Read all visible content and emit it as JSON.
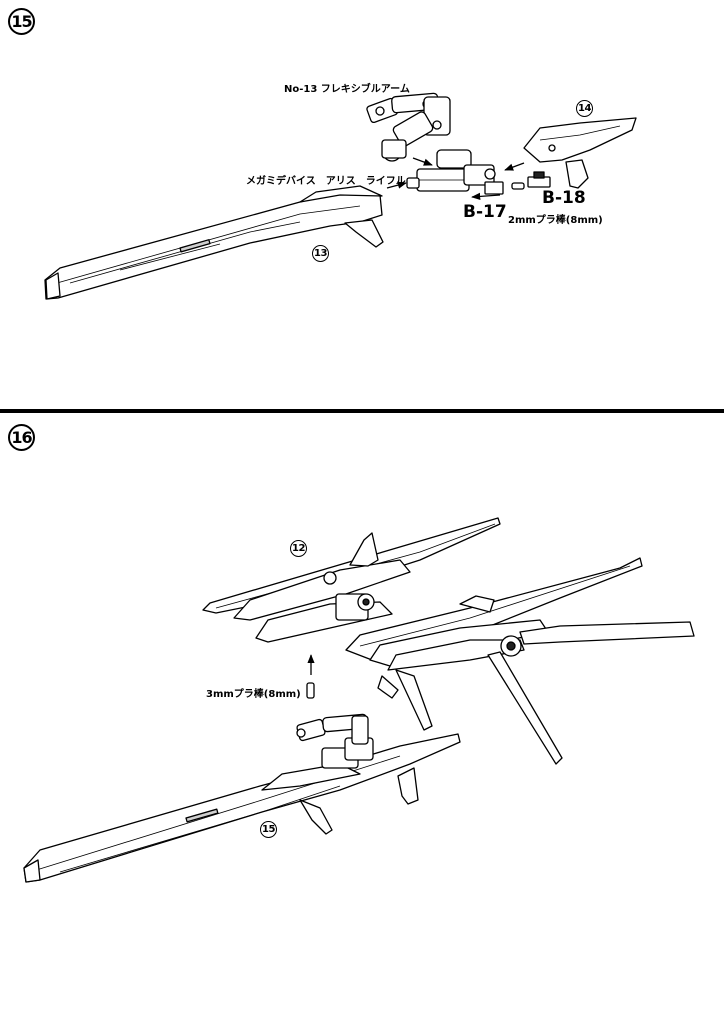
{
  "step15": {
    "badge": "15",
    "labels": {
      "flexible_arm": "No-13 フレキシブルアーム",
      "rifle_name": "メガミデバイス　アリス　ライフル",
      "part_b17": "B-17",
      "part_b18": "B-18",
      "rod_2mm": "2mmプラ棒(8mm)"
    },
    "callouts": {
      "ref13": "13",
      "ref14": "14"
    }
  },
  "step16": {
    "badge": "16",
    "labels": {
      "rod_3mm": "3mmプラ棒(8mm)"
    },
    "callouts": {
      "ref12": "12",
      "ref15": "15"
    }
  }
}
